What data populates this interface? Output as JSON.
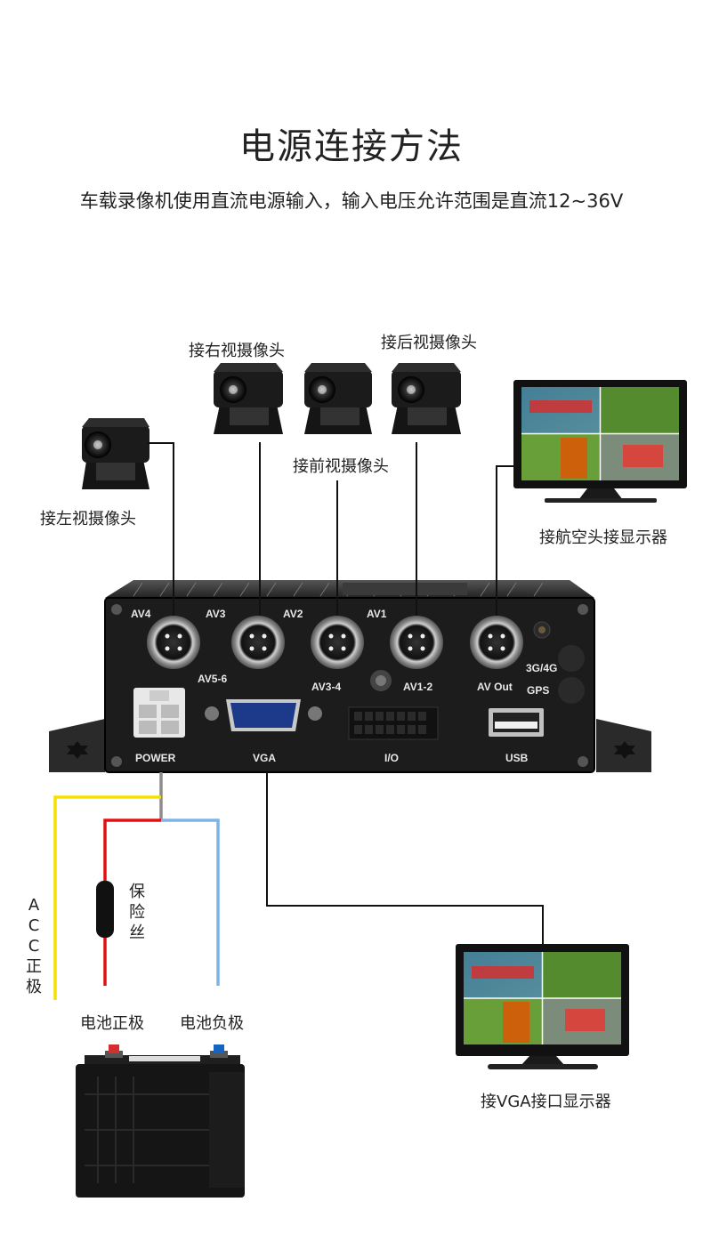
{
  "header": {
    "title": "电源连接方法",
    "subtitle": "车载录像机使用直流电源输入，输入电压允许范围是直流12~36V"
  },
  "cameras": {
    "left": "接左视摄像头",
    "right": "接右视摄像头",
    "rear": "接后视摄像头",
    "front": "接前视摄像头"
  },
  "monitors": {
    "aviation": "接航空头接显示器",
    "vga": "接VGA接口显示器"
  },
  "ports": {
    "av4": "AV4",
    "av3": "AV3",
    "av2": "AV2",
    "av1": "AV1",
    "av56": "AV5-6",
    "av34": "AV3-4",
    "av12": "AV1-2",
    "avout": "AV Out",
    "g34": "3G/4G",
    "gps": "GPS",
    "power": "POWER",
    "vga": "VGA",
    "io": "I/O",
    "usb": "USB"
  },
  "wiring": {
    "fuse": [
      "保",
      "险",
      "丝"
    ],
    "acc": [
      "A",
      "C",
      "C",
      "正",
      "极"
    ],
    "battery_positive": "电池正极",
    "battery_negative": "电池负极"
  },
  "colors": {
    "acc_wire": "#f5e000",
    "positive_wire": "#e01010",
    "negative_wire": "#7cb4e8",
    "ground_wire": "#8c8c8c",
    "signal_wire": "#111111"
  }
}
